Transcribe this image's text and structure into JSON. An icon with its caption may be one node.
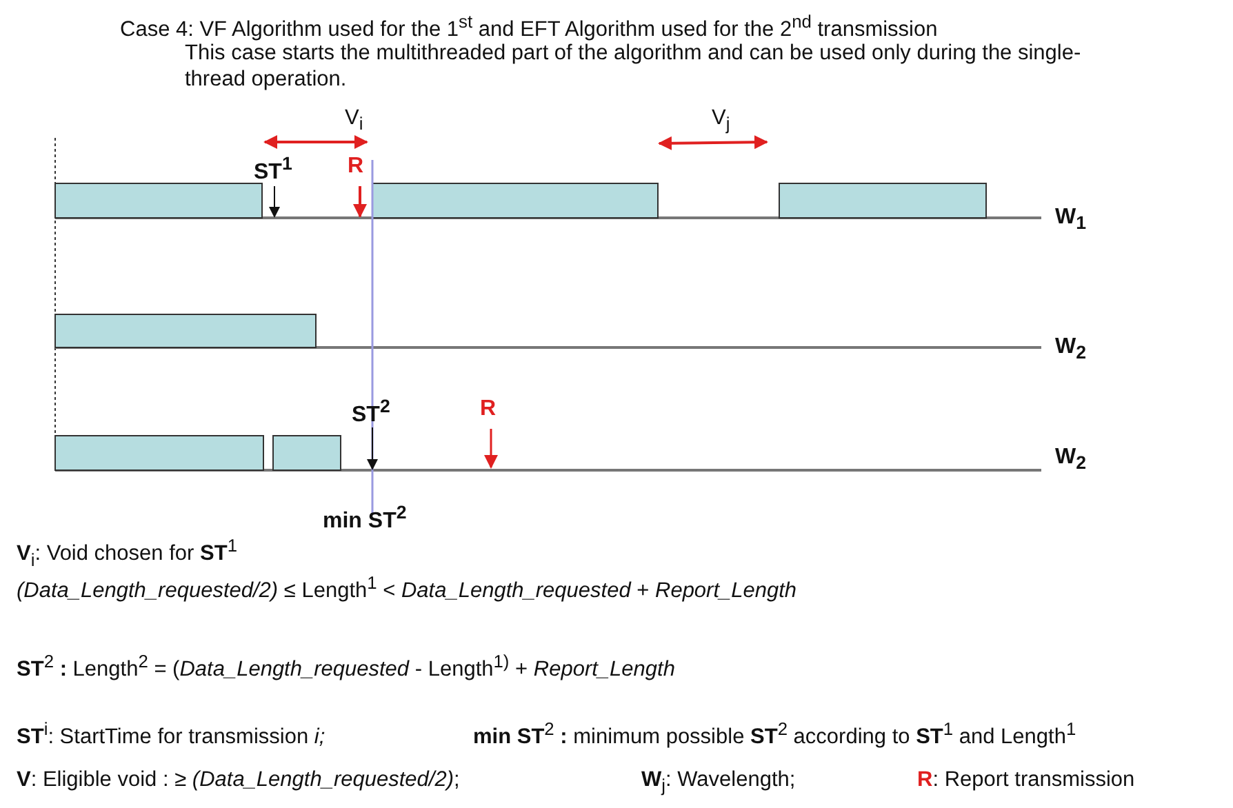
{
  "diagram": {
    "title": "Case 4: VF Algorithm used for the  1$^{st}$ and EFT Algorithm used for the 2$^{nd}$ transmission",
    "labels": [
      "This case starts the multithreaded part of the algorithm and can be used only during the single-thread operation.",
      "V$_{i}$",
      "V$_{j}$",
      "ST$^{1}$",
      "R",
      "W$_{1}$",
      "W$_{2}$",
      "ST$^{2}$",
      "R",
      "W$_{2}$",
      "min ST$^{2}$",
      "**V**$_{i}$: Void chosen for **ST**$^{1}$",
      "*(Data_Length_requested/2)* ≤ Length$^{1}$ < *Data_Length_requested* + *Report_Length*",
      "**ST**$^{2}$ **:** Length$^{2}$ = (*Data_Length_requested* - Length$^{1)}$ + *Report_Length*",
      "**ST**$^{i}$: StartTime for transmission *i;*",
      "**min ST**$^{2}$ **:** minimum possible **ST**$^{2}$ according to **ST**$^{1}$ and Length$^{1}$",
      "**V**: Eligible void : ≥ *(Data_Length_requested/2)*;",
      "**W**$_{j}$: Wavelength;",
      "**R**: Report transmission"
    ]
  }
}
